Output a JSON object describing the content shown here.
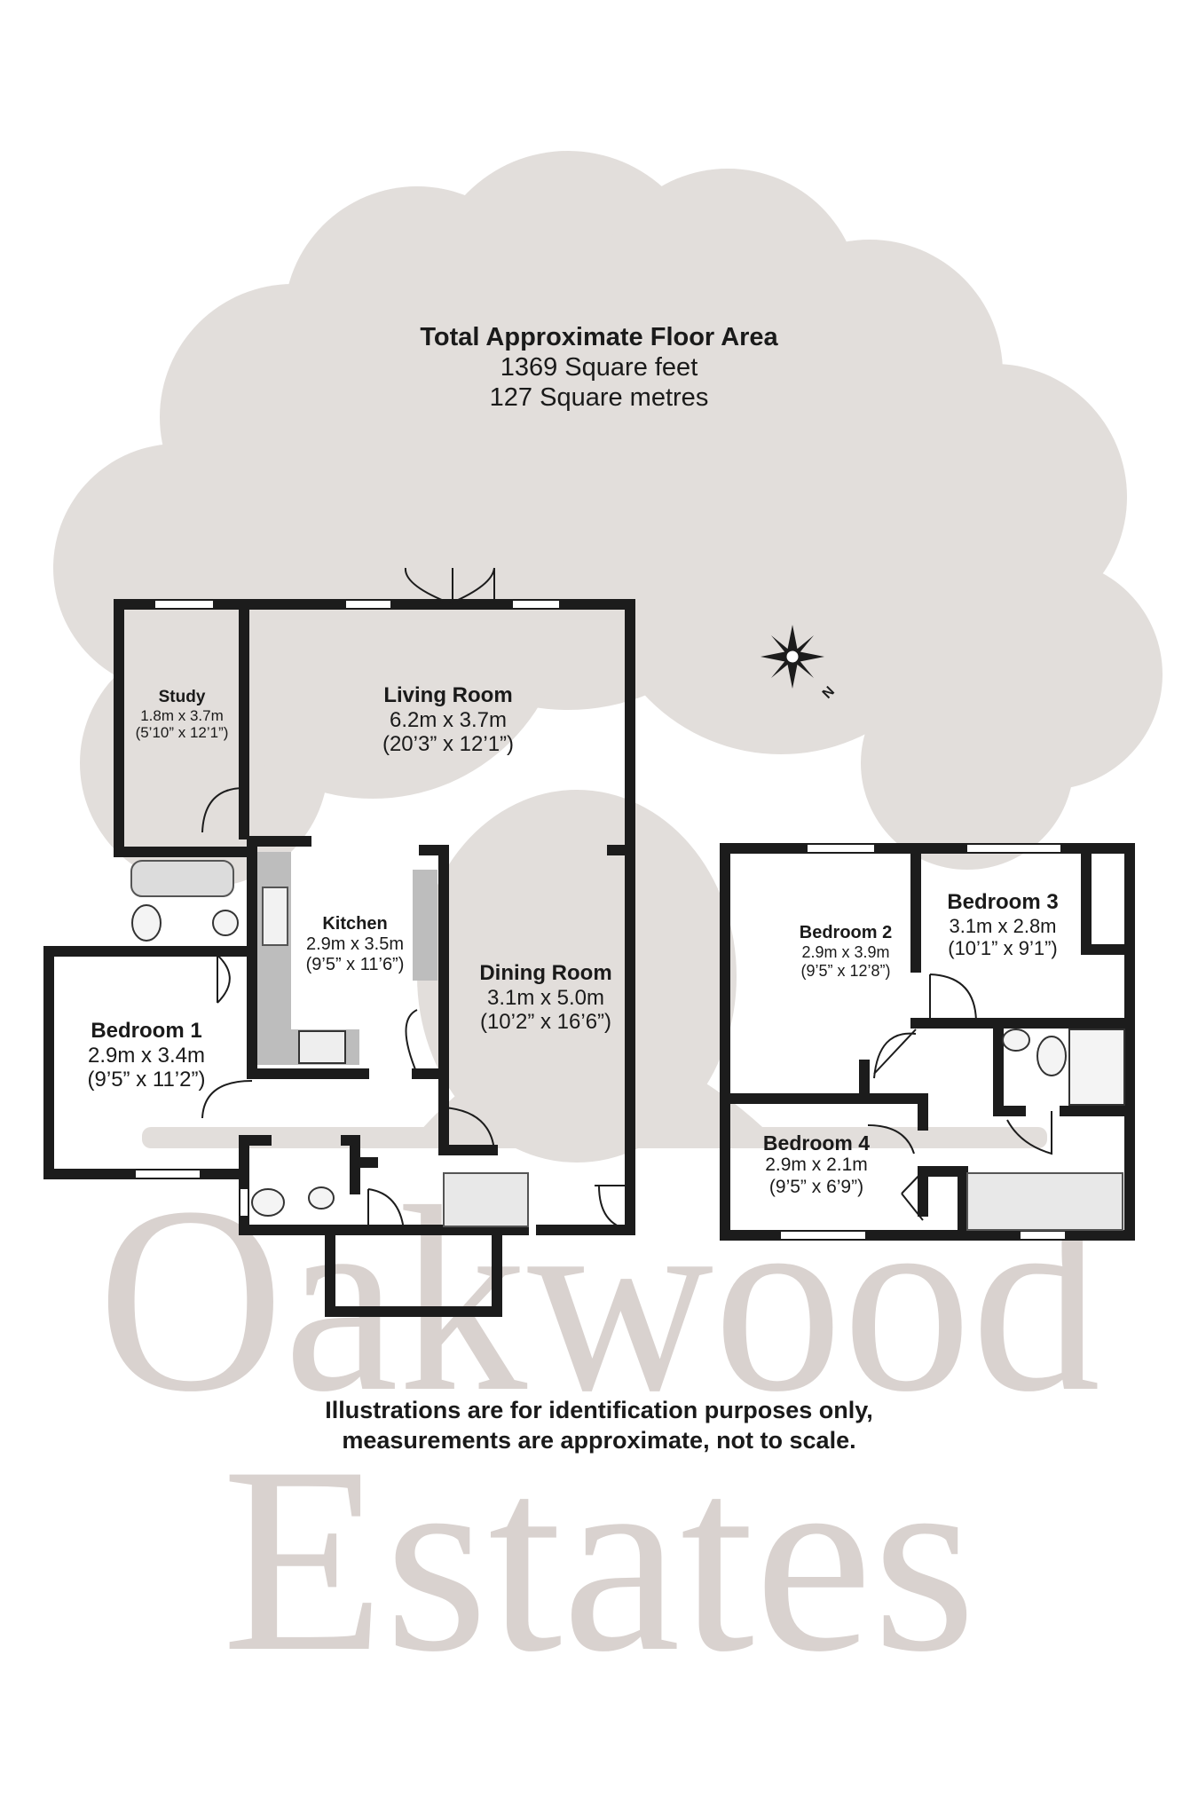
{
  "floor_area": {
    "title": "Total Approximate Floor Area",
    "square_feet": "1369 Square feet",
    "square_metres": "127 Square metres"
  },
  "rooms": {
    "study": {
      "name": "Study",
      "metric": "1.8m x 3.7m",
      "imperial": "(5’10” x 12’1”)"
    },
    "living_room": {
      "name": "Living Room",
      "metric": "6.2m x 3.7m",
      "imperial": "(20’3” x 12’1”)"
    },
    "kitchen": {
      "name": "Kitchen",
      "metric": "2.9m x 3.5m",
      "imperial": "(9’5” x 11’6”)"
    },
    "dining_room": {
      "name": "Dining Room",
      "metric": "3.1m x 5.0m",
      "imperial": "(10’2” x 16’6”)"
    },
    "bedroom_1": {
      "name": "Bedroom 1",
      "metric": "2.9m x 3.4m",
      "imperial": "(9’5” x 11’2”)"
    },
    "bedroom_2": {
      "name": "Bedroom 2",
      "metric": "2.9m x 3.9m",
      "imperial": "(9’5” x 12’8”)"
    },
    "bedroom_3": {
      "name": "Bedroom 3",
      "metric": "3.1m x 2.8m",
      "imperial": "(10’1” x 9’1”)"
    },
    "bedroom_4": {
      "name": "Bedroom 4",
      "metric": "2.9m x 2.1m",
      "imperial": "(9’5” x 6’9”)"
    }
  },
  "compass": {
    "label": "N"
  },
  "watermark": {
    "line1": "Oakwood",
    "line2": "Estates"
  },
  "disclaimer": {
    "line1": "Illustrations are for identification purposes only,",
    "line2": "measurements are approximate, not to scale."
  },
  "colors": {
    "tree": "#e2dedb",
    "watermark": "#d9d2cf",
    "wall": "#1c1c1c",
    "fixture": "#bdbdbd",
    "text": "#1a1a1a"
  }
}
